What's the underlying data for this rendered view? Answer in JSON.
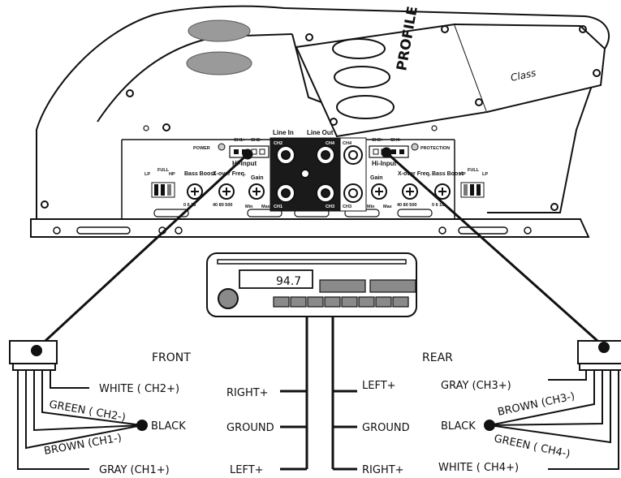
{
  "amplifier": {
    "brand": "PROFILE",
    "series": "Class",
    "led_power": "POWER",
    "led_protection": "PROTECTION",
    "hi_input": "Hi-Input",
    "line_in": "Line In",
    "line_out": "Line Out",
    "left_panel": {
      "switch_lp": "LP",
      "switch_full": "FULL",
      "switch_hp": "HP",
      "bass_boost": "Bass Boost",
      "xover": "X-over Freq.",
      "gain": "Gain",
      "bass_scale": "0  6  18",
      "xover_scale": "40  80  500",
      "gain_scale_min": "Min",
      "gain_scale_max": "Max",
      "pins": [
        "CH1+",
        "CH1-",
        "CH2-",
        "CH2+"
      ]
    },
    "right_panel": {
      "switch_hp": "HP",
      "switch_full": "FULL",
      "switch_lp": "LP",
      "bass_boost": "Bass Boost",
      "xover": "X-over Freq.",
      "gain": "Gain",
      "bass_scale": "0  6  18",
      "xover_scale": "40  80  500",
      "gain_scale_min": "Min",
      "gain_scale_max": "Max",
      "pins": [
        "CH3+",
        "CH3-",
        "CH4-",
        "CH4+"
      ]
    },
    "rca_labels": [
      "CH2",
      "CH4",
      "CH1",
      "CH3",
      "CH4",
      "CH3"
    ]
  },
  "head_unit": {
    "display": "94.7"
  },
  "wiring": {
    "front_title": "FRONT",
    "rear_title": "REAR",
    "front": {
      "white": "WHITE ( CH2+)",
      "green": "GREEN ( CH2-)",
      "black": "BLACK",
      "brown": "BROWN (CH1-)",
      "gray": "GRAY (CH1+)"
    },
    "rear": {
      "gray": "GRAY (CH3+)",
      "brown": "BROWN (CH3-)",
      "black": "BLACK",
      "green": "GREEN ( CH4-)",
      "white": "WHITE ( CH4+)"
    },
    "radio_left": {
      "right": "RIGHT+",
      "ground": "GROUND",
      "left": "LEFT+"
    },
    "radio_right": {
      "left": "LEFT+",
      "ground": "GROUND",
      "right": "RIGHT+"
    }
  },
  "colors": {
    "ink": "#111111",
    "grill": "#9a9a9a",
    "panel_dark": "#1a1a1a"
  }
}
